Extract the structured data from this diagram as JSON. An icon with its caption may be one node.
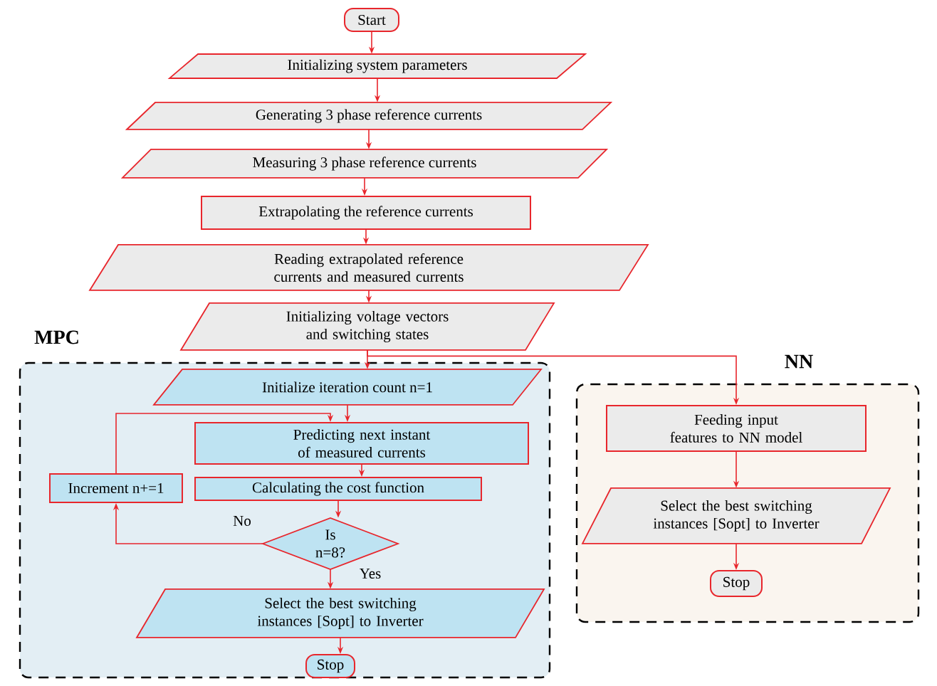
{
  "diagram": {
    "nodes": [
      {
        "text": [
          "Start"
        ]
      },
      {
        "text": [
          "Initializing system parameters"
        ]
      },
      {
        "text": [
          "Generating 3 phase reference currents"
        ]
      },
      {
        "text": [
          "Measuring 3 phase reference currents"
        ]
      },
      {
        "text": [
          "Extrapolating the reference currents"
        ]
      },
      {
        "text": [
          "Reading extrapolated reference currents and measured currents"
        ]
      },
      {
        "text": [
          "Initializing voltage vectors and switching states"
        ]
      },
      {
        "text": [
          "MPC"
        ]
      },
      {
        "text": [
          "Initialize iteration count n=1"
        ],
        "in": 7
      },
      {
        "text": [
          "Predicting next instant of measured currents"
        ],
        "in": 7
      },
      {
        "text": [
          "Calculating the cost function"
        ],
        "in": 7
      },
      {
        "text": [
          "Is n=8?"
        ],
        "in": 7
      },
      {
        "text": [
          "Increment n+=1"
        ],
        "in": 7
      },
      {
        "text": [
          "Select the best switching instances [Sopt] to Inverter"
        ],
        "in": 7
      },
      {
        "text": [
          "Stop"
        ],
        "in": 7
      },
      {
        "text": [
          "NN"
        ]
      },
      {
        "text": [
          "Feeding input features to NN model"
        ],
        "in": 15
      },
      {
        "text": [
          "Select the best switching instances [Sopt] to Inverter"
        ],
        "in": 15
      },
      {
        "text": [
          "Stop"
        ],
        "in": 15
      }
    ],
    "edges": [
      {
        "from": 0,
        "to": 1,
        "arrow": "to"
      },
      {
        "from": 1,
        "to": 2,
        "arrow": "to"
      },
      {
        "from": 2,
        "to": 3,
        "arrow": "to"
      },
      {
        "from": 3,
        "to": 4,
        "arrow": "to"
      },
      {
        "from": 4,
        "to": 5,
        "arrow": "to"
      },
      {
        "from": 5,
        "to": 6,
        "arrow": "to"
      },
      {
        "from": 6,
        "to": 8,
        "arrow": "to"
      },
      {
        "from": 6,
        "to": 16,
        "arrow": "to"
      },
      {
        "from": 8,
        "to": 9,
        "arrow": "to"
      },
      {
        "from": 9,
        "to": 10,
        "arrow": "to"
      },
      {
        "from": 10,
        "to": 11,
        "arrow": "to"
      },
      {
        "from": 11,
        "to": 12,
        "arrow": "to",
        "label": "No"
      },
      {
        "from": 12,
        "to": 9,
        "arrow": "to"
      },
      {
        "from": 11,
        "to": 13,
        "arrow": "to",
        "label": "Yes"
      },
      {
        "from": 13,
        "to": 14,
        "arrow": "to"
      },
      {
        "from": 16,
        "to": 17,
        "arrow": "to"
      },
      {
        "from": 17,
        "to": 18,
        "arrow": "to"
      }
    ]
  }
}
